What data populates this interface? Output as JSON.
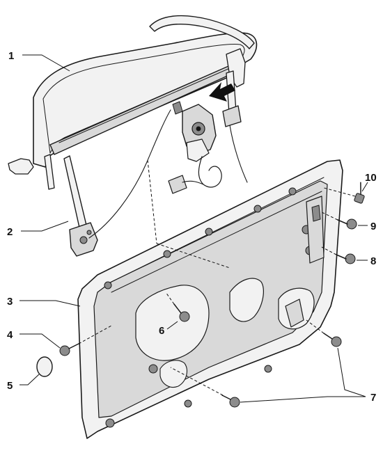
{
  "callouts": [
    {
      "id": "c1",
      "label": "1"
    },
    {
      "id": "c2",
      "label": "2"
    },
    {
      "id": "c3",
      "label": "3"
    },
    {
      "id": "c4",
      "label": "4"
    },
    {
      "id": "c5",
      "label": "5"
    },
    {
      "id": "c6",
      "label": "6"
    },
    {
      "id": "c7",
      "label": "7"
    },
    {
      "id": "c8",
      "label": "8"
    },
    {
      "id": "c9",
      "label": "9"
    },
    {
      "id": "c10",
      "label": "10"
    }
  ],
  "colors": {
    "ink": "#1a1a1a",
    "panel_fill": "#f2f2f2",
    "shade": "#d9d9d9",
    "dark_shade": "#8c8c8c"
  }
}
